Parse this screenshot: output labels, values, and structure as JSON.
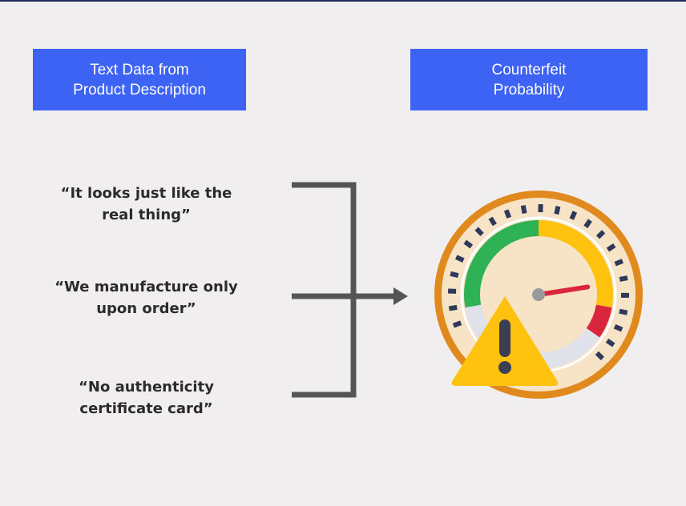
{
  "headers": {
    "left": [
      "Text Data from",
      "Product Description"
    ],
    "right": [
      "Counterfeit",
      "Probability"
    ]
  },
  "quotes": [
    {
      "lines": [
        "“It looks just like the",
        "real thing”"
      ]
    },
    {
      "lines": [
        "“We manufacture only",
        "upon order”"
      ]
    },
    {
      "lines": [
        "“No authenticity",
        "certificate card”"
      ]
    }
  ],
  "colors": {
    "background": "#f0eeef",
    "header_fill": "#3d63f5",
    "header_text": "#ffffff",
    "connector": "#555555",
    "gauge_rim": "#e08a1e",
    "gauge_face": "#f7e3c6",
    "gauge_green": "#2fb155",
    "gauge_yellow": "#ffc20e",
    "gauge_red": "#d9263c",
    "needle": "#d9263c",
    "warning": "#ffc20e"
  },
  "icons": [
    "gauge-icon",
    "warning-icon",
    "arrow-right-icon"
  ],
  "gauge_level": 0.78
}
